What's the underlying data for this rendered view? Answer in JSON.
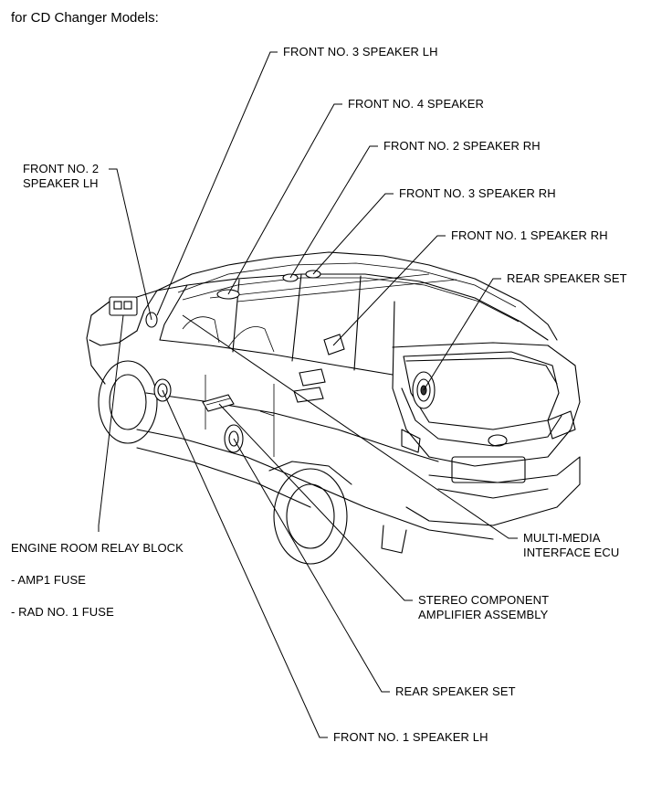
{
  "heading": "for CD Changer Models:",
  "labels": {
    "front_no3_speaker_lh": "FRONT NO. 3 SPEAKER LH",
    "front_no4_speaker": "FRONT NO. 4 SPEAKER",
    "front_no2_speaker_rh": "FRONT NO. 2 SPEAKER RH",
    "front_no3_speaker_rh": "FRONT NO. 3 SPEAKER RH",
    "front_no1_speaker_rh": "FRONT NO. 1 SPEAKER RH",
    "rear_speaker_set_top": "REAR SPEAKER SET",
    "front_no2_speaker_lh_line1": "FRONT NO. 2",
    "front_no2_speaker_lh_line2": "SPEAKER LH",
    "engine_room_relay_block": "ENGINE ROOM RELAY BLOCK",
    "amp1_fuse": "- AMP1 FUSE",
    "rad_no1_fuse": "- RAD NO. 1 FUSE",
    "multi_media_line1": "MULTI-MEDIA",
    "multi_media_line2": "INTERFACE ECU",
    "stereo_line1": "STEREO COMPONENT",
    "stereo_line2": "AMPLIFIER ASSEMBLY",
    "rear_speaker_set_bottom": "REAR SPEAKER SET",
    "front_no1_speaker_lh": "FRONT NO. 1 SPEAKER LH"
  }
}
